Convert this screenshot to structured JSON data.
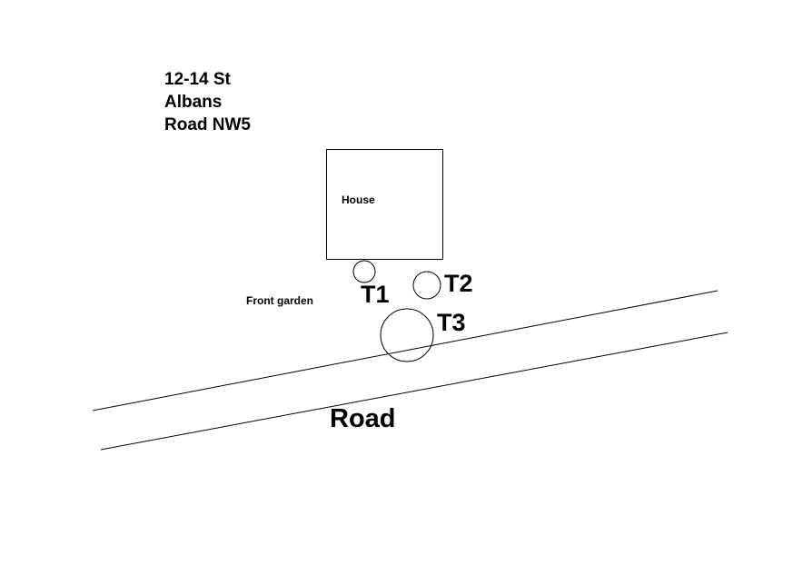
{
  "address": {
    "lines": [
      "12-14 St",
      "Albans",
      "Road NW5"
    ]
  },
  "house": {
    "label": "House"
  },
  "garden": {
    "label": "Front garden"
  },
  "trees": [
    {
      "label": "T1"
    },
    {
      "label": "T2"
    },
    {
      "label": "T3"
    }
  ],
  "road": {
    "label": "Road"
  },
  "colors": {
    "stroke": "#000000",
    "background": "#ffffff"
  }
}
